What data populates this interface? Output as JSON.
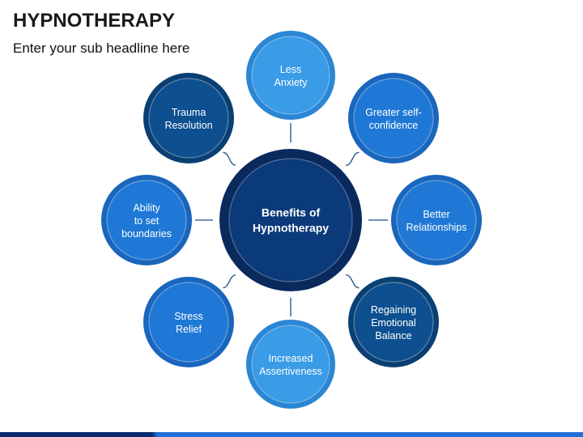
{
  "title": "HYPNOTHERAPY",
  "subtitle": "Enter your sub headline here",
  "center": {
    "lines": [
      "Benefits of",
      "Hypnotherapy"
    ]
  },
  "nodes": [
    {
      "id": "less-anxiety",
      "lines": [
        "Less",
        "Anxiety"
      ]
    },
    {
      "id": "greater-self-confidence",
      "lines": [
        "Greater self-",
        "confidence"
      ]
    },
    {
      "id": "better-relationships",
      "lines": [
        "Better",
        "Relationships"
      ]
    },
    {
      "id": "regaining-emotional-balance",
      "lines": [
        "Regaining",
        "Emotional",
        "Balance"
      ]
    },
    {
      "id": "increased-assertiveness",
      "lines": [
        "Increased",
        "Assertiveness"
      ]
    },
    {
      "id": "stress-relief",
      "lines": [
        "Stress",
        "Relief"
      ]
    },
    {
      "id": "ability-to-set-boundaries",
      "lines": [
        "Ability",
        "to set",
        "boundaries"
      ]
    },
    {
      "id": "trauma-resolution",
      "lines": [
        "Trauma",
        "Resolution"
      ]
    }
  ],
  "colors": {
    "center_fill": "#0b3a7a",
    "center_ring": "#0a2a5e",
    "light": "#3a9be6",
    "light_ring": "#2b86d4",
    "mid": "#1f78d6",
    "mid_ring": "#1a66bd",
    "dark": "#0d4f8f",
    "dark_ring": "#0a3f74",
    "connector": "#1a4f86"
  }
}
